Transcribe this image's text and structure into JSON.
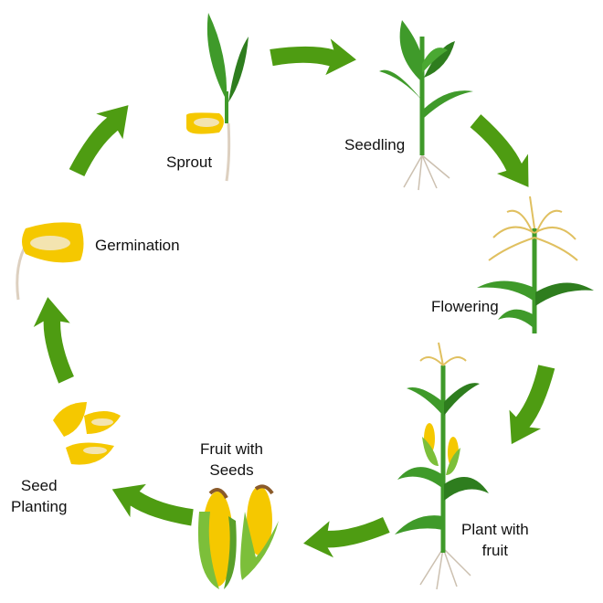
{
  "colors": {
    "arrow": "#4e9c12",
    "leaf": "#3f9a2a",
    "leaf_dark": "#2e7d1e",
    "kernel": "#f5c800",
    "husk": "#7cbf3a"
  },
  "stages": [
    {
      "id": "sprout",
      "label": "Sprout"
    },
    {
      "id": "seedling",
      "label": "Seedling"
    },
    {
      "id": "flowering",
      "label": "Flowering"
    },
    {
      "id": "plant-with-fruit",
      "label_line1": "Plant with",
      "label_line2": "fruit"
    },
    {
      "id": "fruit-with-seeds",
      "label_line1": "Fruit with",
      "label_line2": "Seeds"
    },
    {
      "id": "seed-planting",
      "label_line1": "Seed",
      "label_line2": "Planting"
    },
    {
      "id": "germination",
      "label": "Germination"
    }
  ]
}
